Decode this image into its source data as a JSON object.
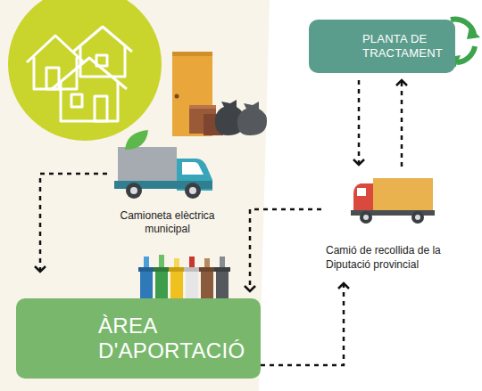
{
  "diagram": {
    "nodes": [
      {
        "text": [
          "PLANTA DE TRACTAMENT"
        ]
      },
      {
        "text": [
          "Camioneta elèctrica municipal"
        ]
      },
      {
        "text": [
          "Camió de recollida de la Diputació provincial"
        ]
      },
      {
        "text": [
          "ÀREA D'APORTACIÓ"
        ]
      }
    ],
    "edges": [
      {
        "from": 1,
        "to": 3,
        "arrow": "to"
      },
      {
        "from": 2,
        "to": 3,
        "arrow": "to"
      },
      {
        "from": 3,
        "to": 2,
        "arrow": "to"
      },
      {
        "from": 0,
        "to": 2,
        "arrow": "to"
      },
      {
        "from": 2,
        "to": 0,
        "arrow": "to"
      }
    ]
  }
}
